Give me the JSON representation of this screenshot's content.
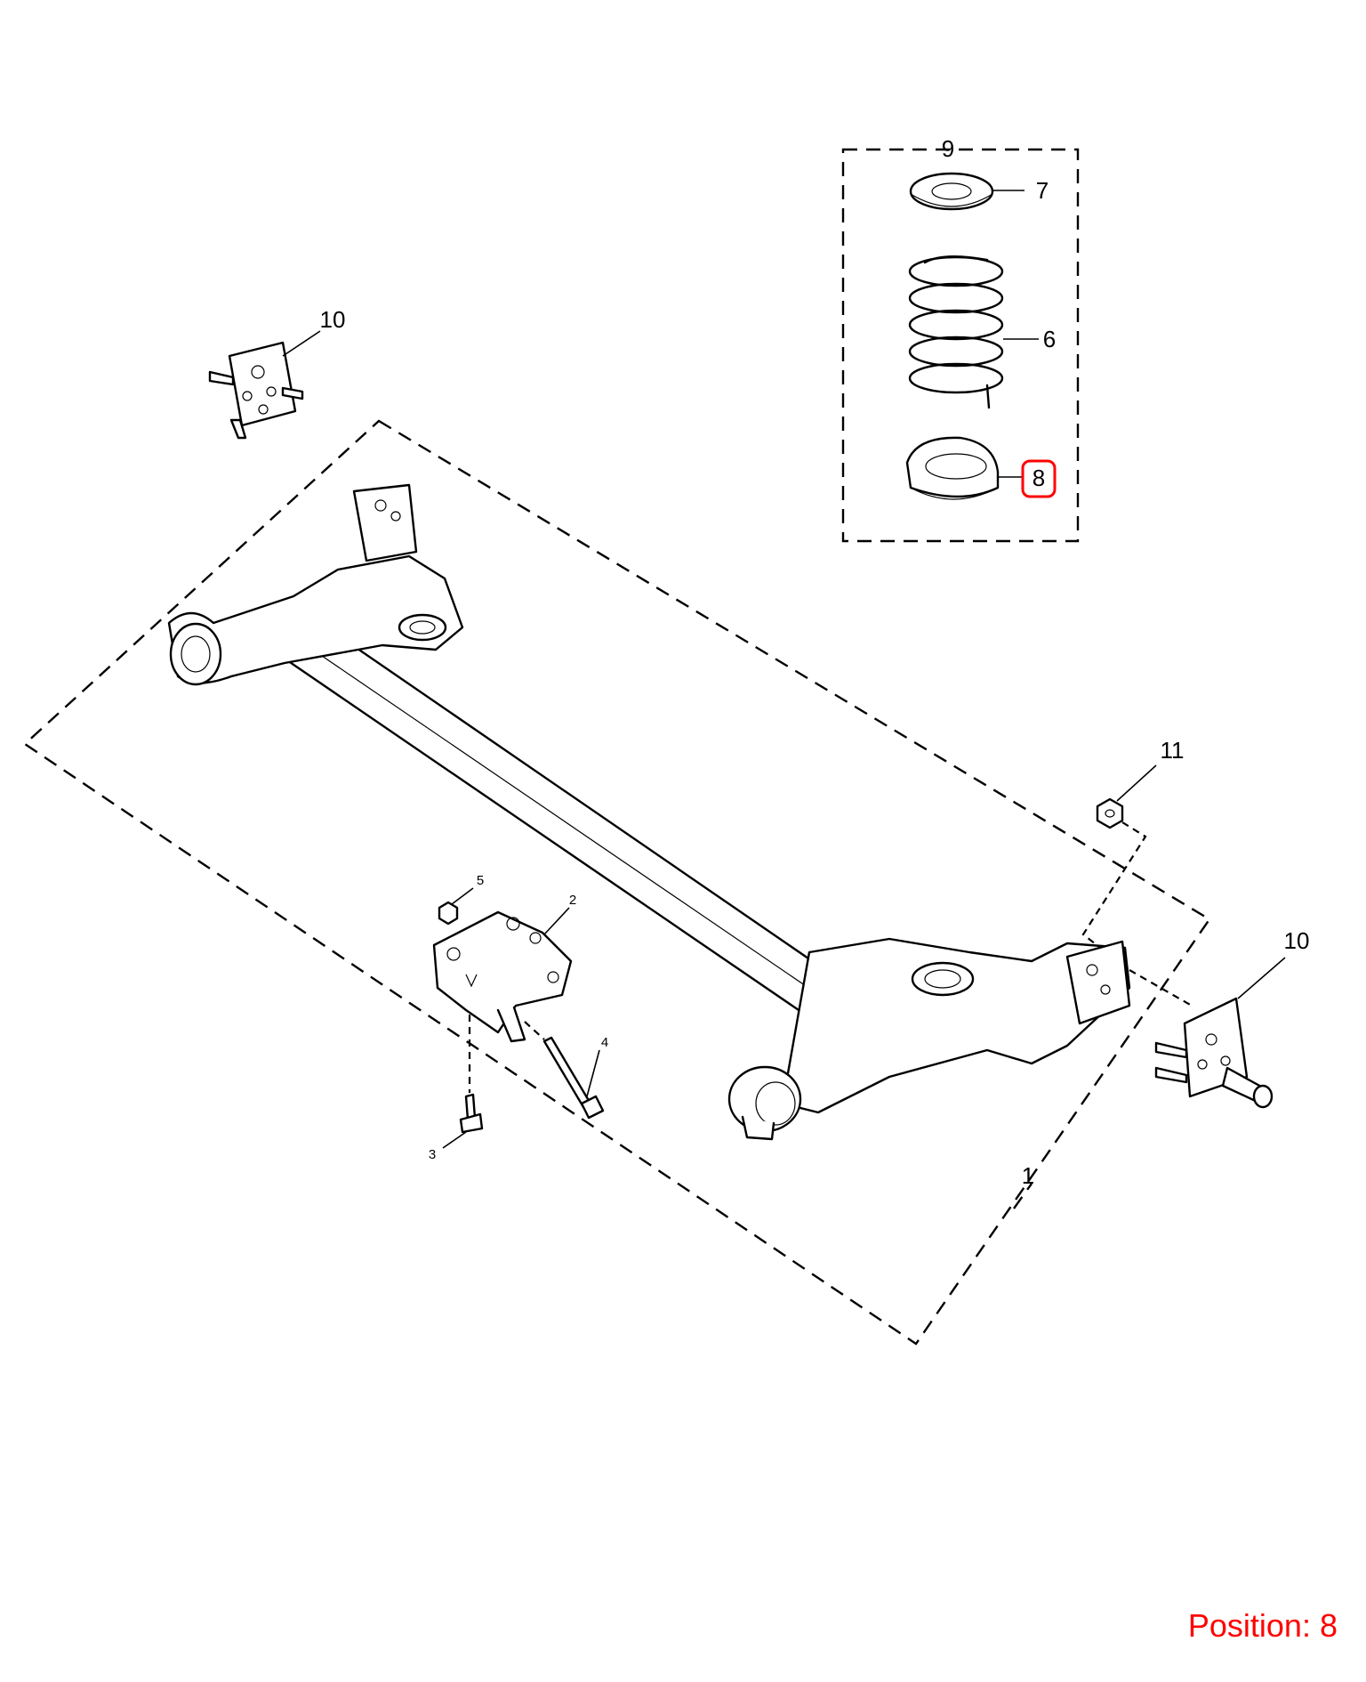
{
  "callouts": {
    "c1": "1",
    "c2": "2",
    "c3": "3",
    "c4": "4",
    "c5": "5",
    "c6": "6",
    "c7": "7",
    "c8": "8",
    "c9": "9",
    "c10_left": "10",
    "c10_right": "10",
    "c11": "11"
  },
  "highlight": {
    "callout": "8",
    "color": "#ff0000"
  },
  "position": {
    "label": "Position:",
    "value": "8"
  },
  "colors": {
    "line": "#000000",
    "background": "#ffffff",
    "highlight": "#ff0000"
  }
}
